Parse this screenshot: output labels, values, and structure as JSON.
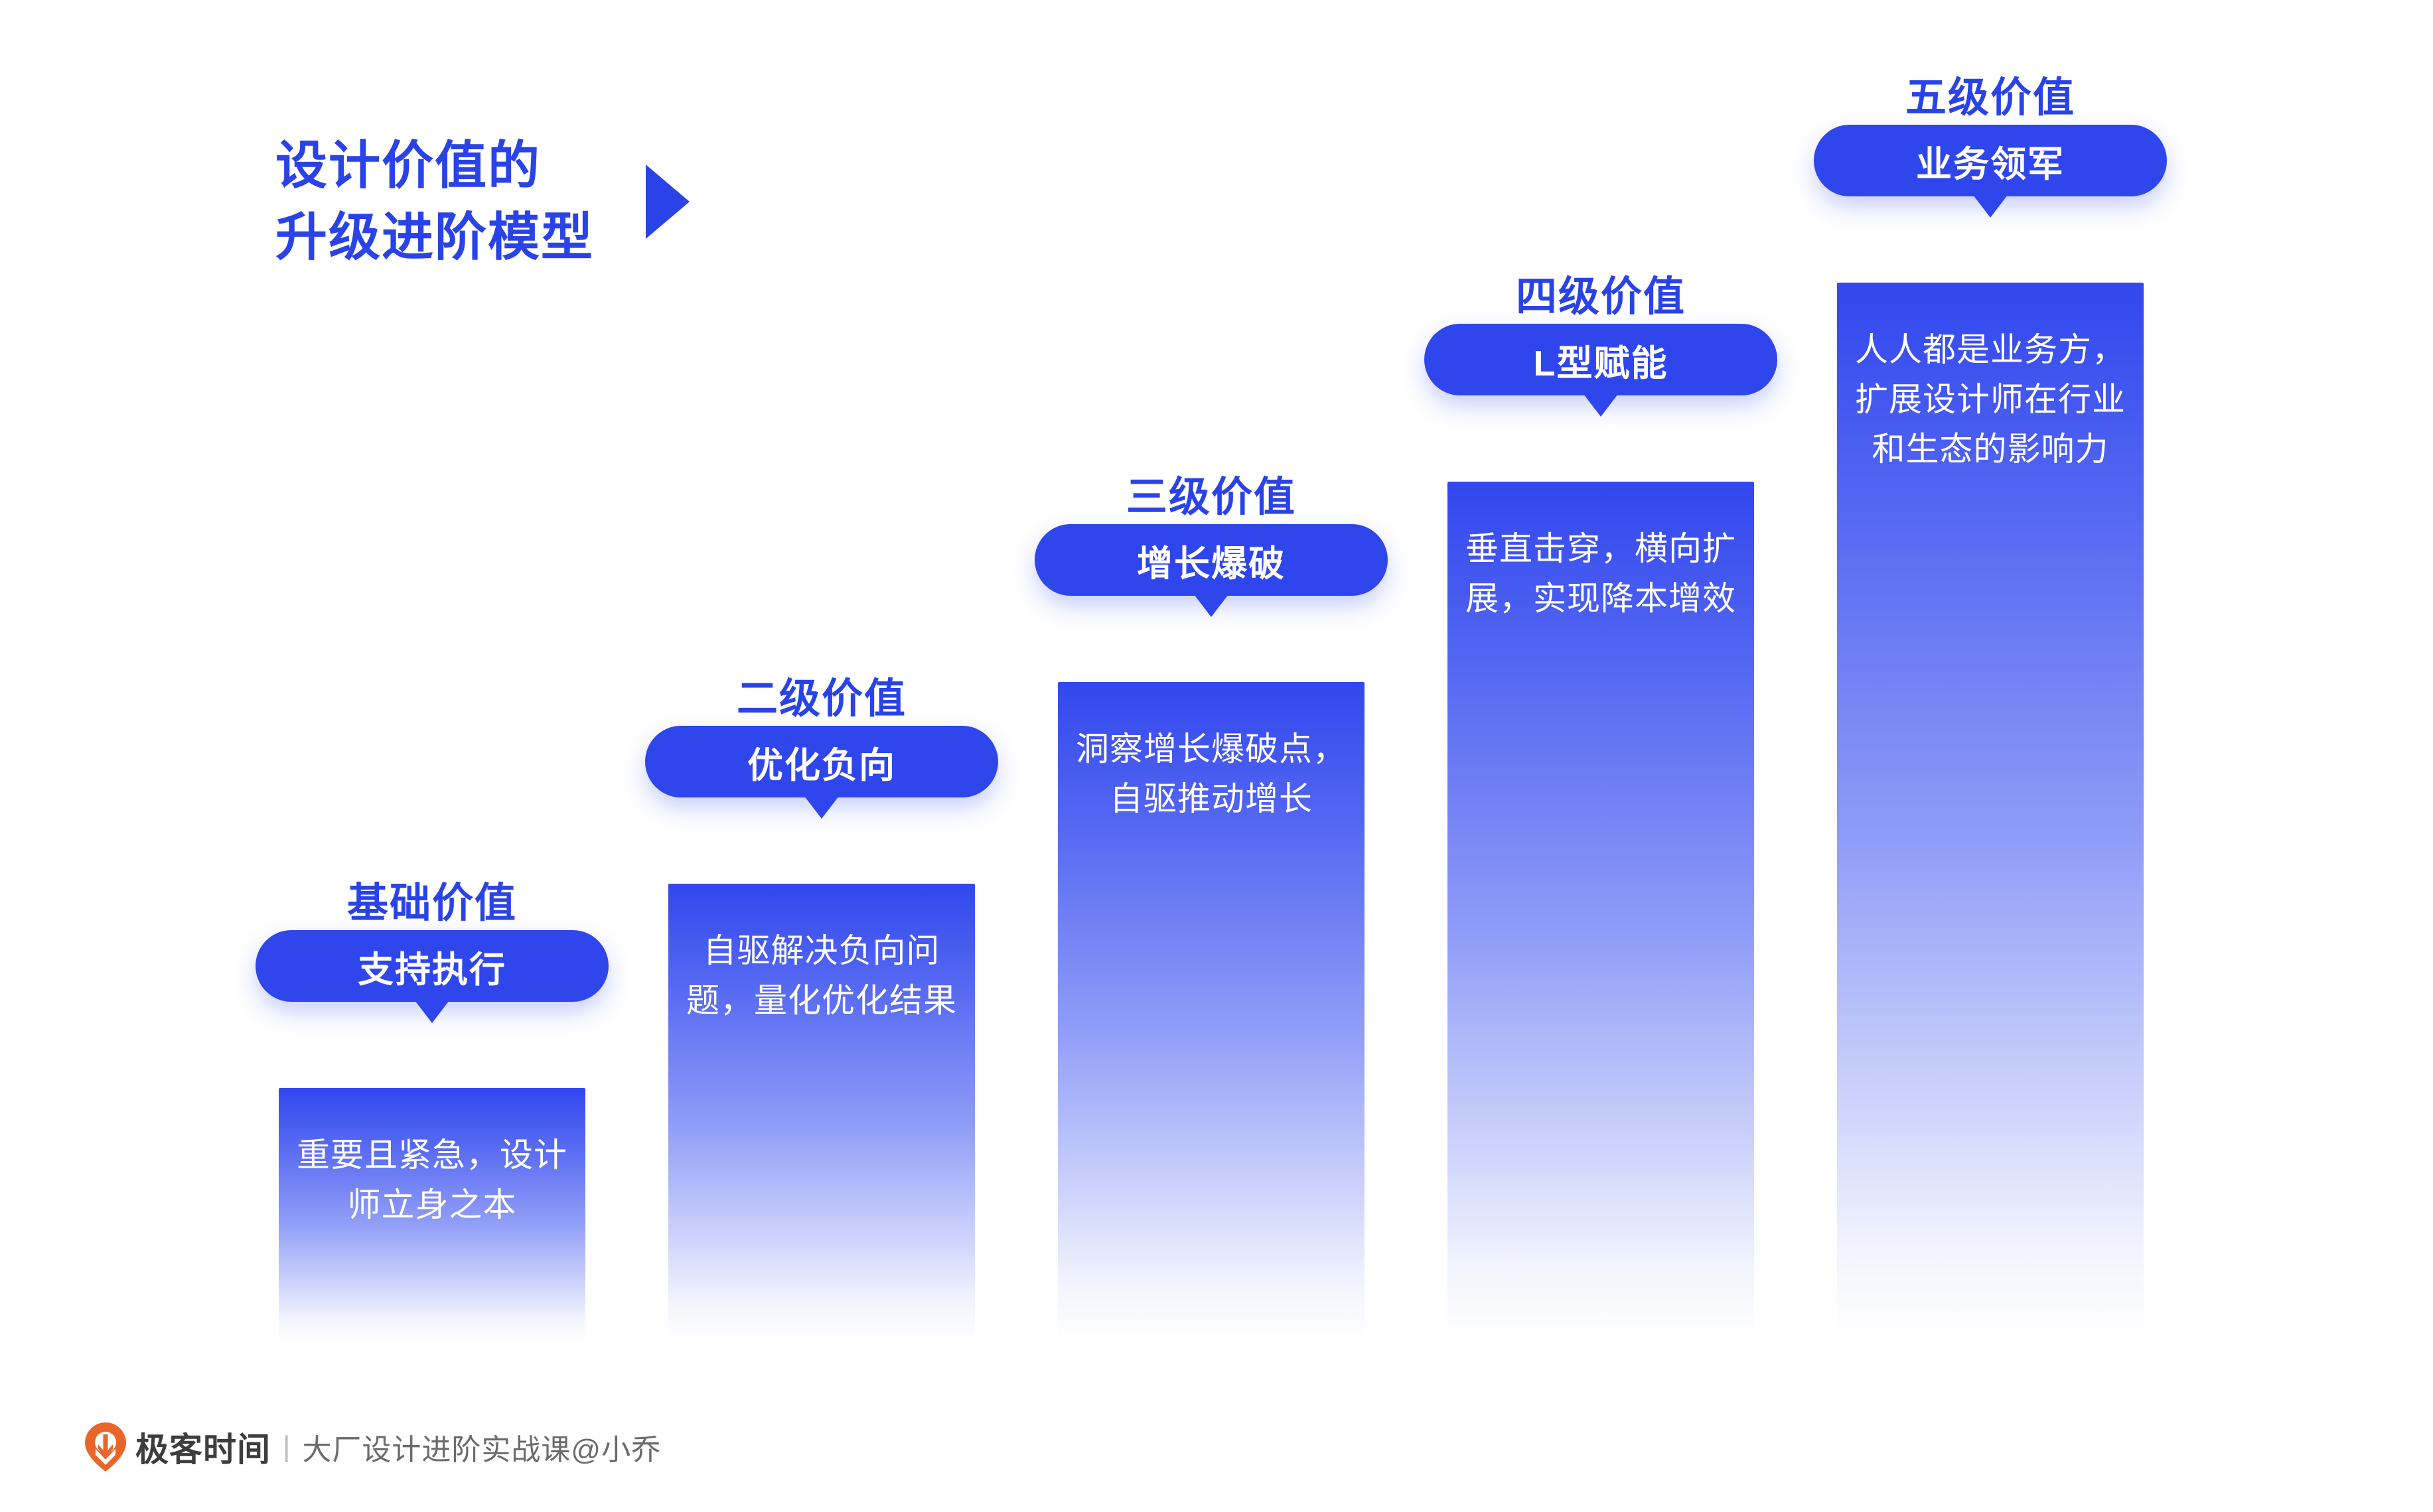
{
  "title": {
    "line1": "设计价值的",
    "line2": "升级进阶模型",
    "accent_color": "#2A43E8",
    "play_icon": "play-triangle"
  },
  "colors": {
    "heading_blue": "#2A43E8",
    "pill_blue": "#2F46EC",
    "bar_top": "#3247EE",
    "bar_bottom": "#FFFFFF",
    "logo_orange": "#E8662A",
    "background": "#FFFFFF"
  },
  "chart_data": {
    "type": "bar",
    "title": "设计价值的升级进阶模型",
    "xlabel": "",
    "ylabel": "",
    "grid": false,
    "legend": "none",
    "categories": [
      "基础价值",
      "二级价值",
      "三级价值",
      "四级价值",
      "五级价值"
    ],
    "values": [
      1,
      2,
      3,
      4,
      5
    ],
    "ylim": [
      0,
      5
    ],
    "annotations": [
      "支持执行",
      "优化负向",
      "增长爆破",
      "L型赋能",
      "业务领军"
    ]
  },
  "levels": [
    {
      "heading": "基础价值",
      "badge": "支持执行",
      "body": "重要且紧急，设计师立身之本"
    },
    {
      "heading": "二级价值",
      "badge": "优化负向",
      "body": "自驱解决负向问题，量化优化结果"
    },
    {
      "heading": "三级价值",
      "badge": "增长爆破",
      "body": "洞察增长爆破点，自驱推动增长"
    },
    {
      "heading": "四级价值",
      "badge": "L型赋能",
      "body": "垂直击穿，横向扩展，实现降本增效"
    },
    {
      "heading": "五级价值",
      "badge": "业务领军",
      "body": "人人都是业务方，扩展设计师在行业和生态的影响力"
    }
  ],
  "footer": {
    "logo_icon": "geekbang-pin-logo",
    "brand": "极客时间",
    "divider": "|",
    "course": "大厂设计进阶实战课@小乔"
  }
}
